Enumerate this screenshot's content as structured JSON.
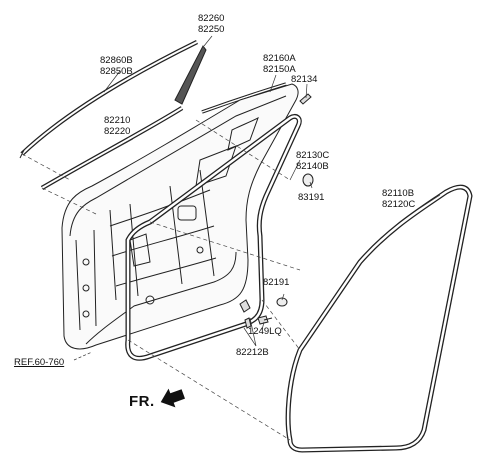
{
  "labels": {
    "p82260": "82260",
    "p82250": "82250",
    "p82860B": "82860B",
    "p82850B": "82850B",
    "p82160A": "82160A",
    "p82150A": "82150A",
    "p82134": "82134",
    "p82210": "82210",
    "p82220": "82220",
    "p82130C": "82130C",
    "p82140B": "82140B",
    "p83191": "83191",
    "p82110B": "82110B",
    "p82120C": "82120C",
    "p82191": "82191",
    "p1249LQ": "1249LQ",
    "p82212B": "82212B",
    "ref": "REF.60-760",
    "fr": "FR."
  }
}
